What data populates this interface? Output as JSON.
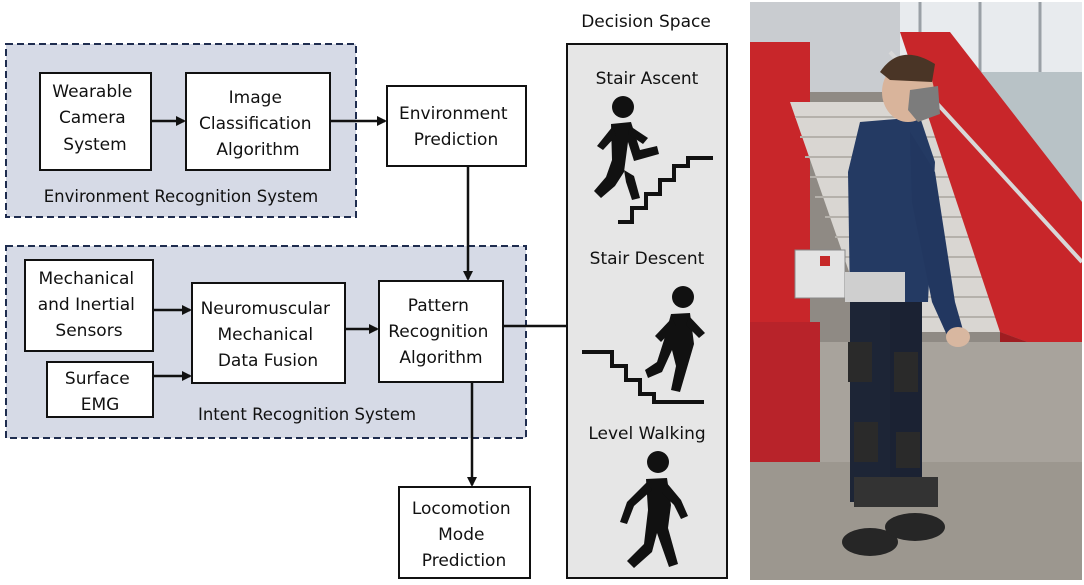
{
  "diagram": {
    "groups": {
      "environment": {
        "caption": "Environment Recognition System"
      },
      "intent": {
        "caption": "Intent Recognition System"
      }
    },
    "boxes": {
      "wearable_camera": {
        "lines": [
          "Wearable",
          "Camera",
          "System"
        ]
      },
      "image_classification": {
        "lines": [
          "Image",
          "Classification",
          "Algorithm"
        ]
      },
      "environment_prediction": {
        "lines": [
          "Environment",
          "Prediction"
        ]
      },
      "mechanical_sensors": {
        "lines": [
          "Mechanical",
          "and Inertial",
          "Sensors"
        ]
      },
      "surface_emg": {
        "lines": [
          "Surface",
          "EMG"
        ]
      },
      "data_fusion": {
        "lines": [
          "Neuromuscular",
          "Mechanical",
          "Data Fusion"
        ]
      },
      "pattern_recognition": {
        "lines": [
          "Pattern",
          "Recognition",
          "Algorithm"
        ]
      },
      "locomotion_prediction": {
        "lines": [
          "Locomotion",
          "Mode",
          "Prediction"
        ]
      }
    },
    "decision_space": {
      "title": "Decision Space",
      "modes": [
        {
          "label": "Stair Ascent",
          "icon": "stair-ascent-icon"
        },
        {
          "label": "Stair Descent",
          "icon": "stair-descent-icon"
        },
        {
          "label": "Level Walking",
          "icon": "level-walking-icon"
        }
      ]
    },
    "colors": {
      "group_fill": "#d6dae6",
      "group_border": "#1f2d4f",
      "panel_fill": "#e6e6e6",
      "box_fill": "#ffffff"
    }
  }
}
